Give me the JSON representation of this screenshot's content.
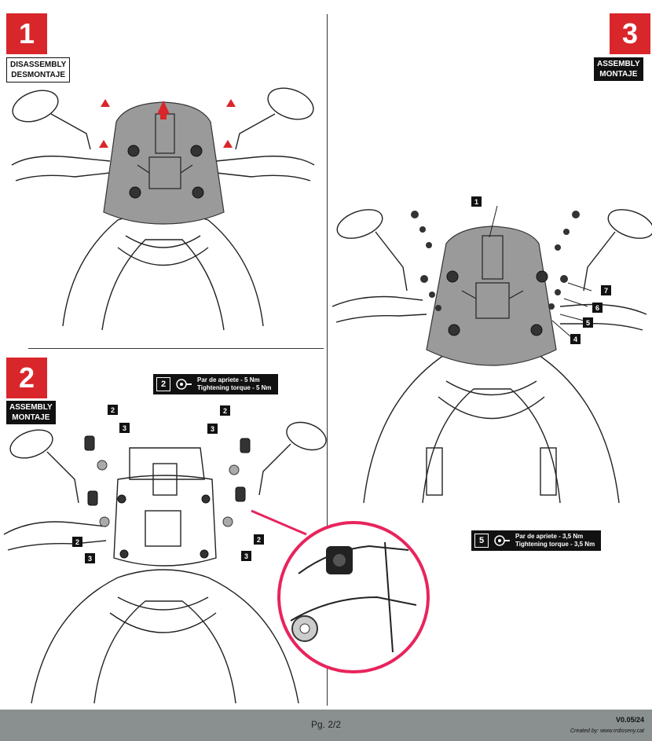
{
  "steps": {
    "step1": {
      "number": "1",
      "label_en": "DISASSEMBLY",
      "label_es": "DESMONTAJE"
    },
    "step2": {
      "number": "2",
      "label_en": "ASSEMBLY",
      "label_es": "MONTAJE"
    },
    "step3": {
      "number": "3",
      "label_en": "ASSEMBLY",
      "label_es": "MONTAJE"
    }
  },
  "torque": {
    "step2": {
      "ref": "2",
      "line_es": "Par de apriete - 5 Nm",
      "line_en": "Tightening torque - 5 Nm"
    },
    "step3": {
      "ref": "5",
      "line_es": "Par de apriete - 3,5 Nm",
      "line_en": "Tightening torque - 3,5 Nm"
    }
  },
  "callouts": {
    "step2": [
      "2",
      "3",
      "2",
      "3",
      "2",
      "3",
      "2",
      "3"
    ],
    "step3": [
      "1",
      "7",
      "6",
      "5",
      "4"
    ]
  },
  "footer": {
    "page": "Pg. 2/2",
    "version": "V0.05/24",
    "credit": "Created by: www.rrdisseny.cat"
  },
  "colors": {
    "accent": "#d9262b",
    "footer_bg": "#8a8f8f"
  }
}
